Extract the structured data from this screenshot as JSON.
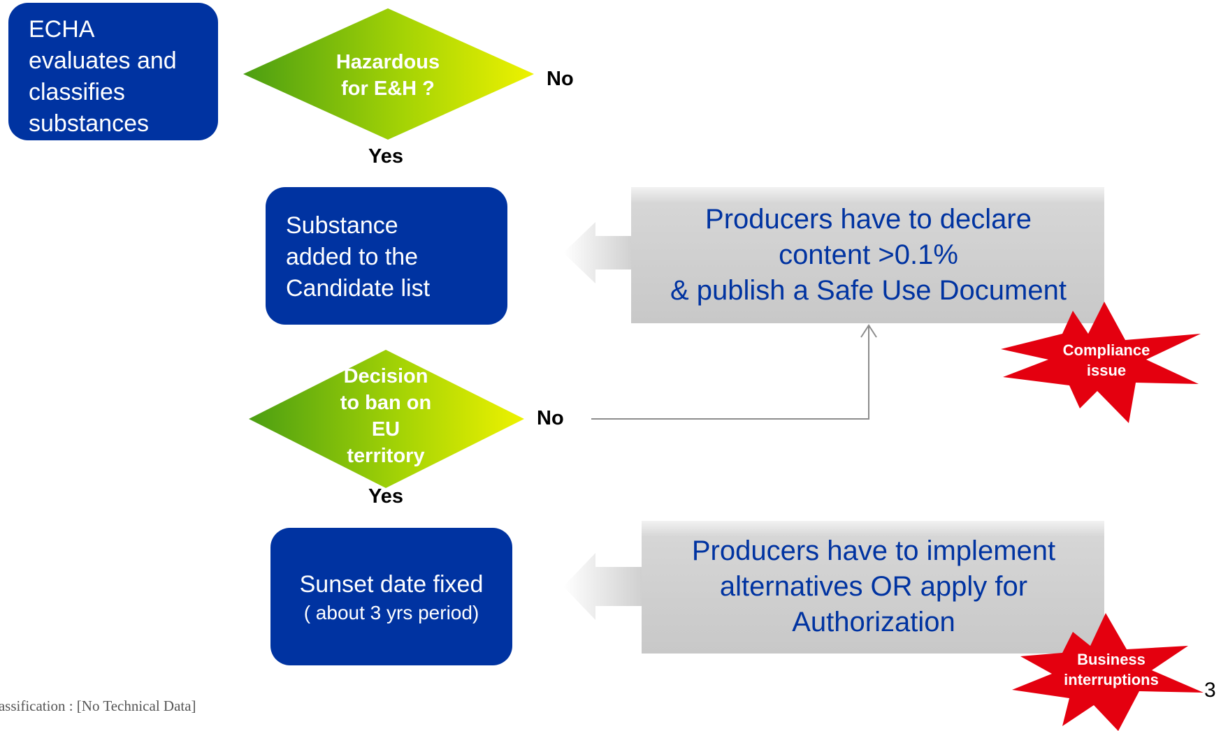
{
  "start_box": {
    "lines": [
      "ECHA",
      "evaluates and",
      "classifies",
      "substances"
    ]
  },
  "decision_hazard": {
    "lines": [
      "Hazardous",
      "for E&H ?"
    ],
    "no_label": "No",
    "yes_label": "Yes"
  },
  "candidate_box": {
    "lines": [
      "Substance",
      "added to the",
      "Candidate list"
    ]
  },
  "declare_box": {
    "lines": [
      "Producers have to declare",
      "content >0.1%",
      "& publish a Safe Use Document"
    ]
  },
  "compliance_burst": {
    "lines": [
      "Compliance",
      "issue"
    ]
  },
  "decision_ban": {
    "lines": [
      "Decision",
      "to ban on",
      "EU",
      "territory"
    ],
    "no_label": "No",
    "yes_label": "Yes"
  },
  "sunset_box": {
    "line1": "Sunset date fixed",
    "line2": "( about 3 yrs period)"
  },
  "implement_box": {
    "lines": [
      "Producers have to implement",
      "alternatives OR apply for",
      "Authorization"
    ]
  },
  "business_burst": {
    "lines": [
      "Business",
      "interruptions"
    ]
  },
  "footer": {
    "classification": "lassification : [No Technical Data]",
    "page_number": "3"
  },
  "colors": {
    "box_blue": "#0033a1",
    "diamond_green": "#55a80f",
    "diamond_yellow": "#e5f000",
    "grey_box": "#cfcfcf",
    "burst_red": "#e4000f",
    "connector_grey": "#8c8c8c"
  }
}
